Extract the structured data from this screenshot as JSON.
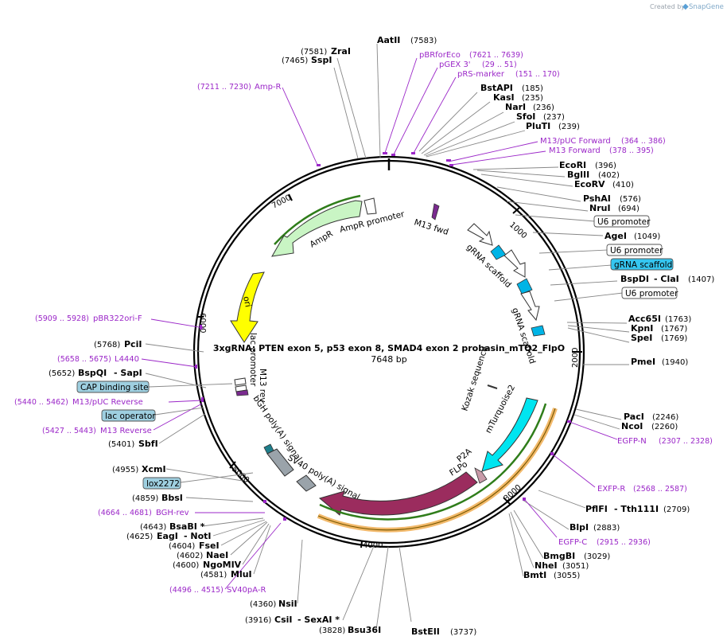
{
  "branding": {
    "created_by": "Created by",
    "product": "SnapGene"
  },
  "plasmid": {
    "name": "3xgRNA: PTEN exon 5, p53 exon 8, SMAD4 exon 2 probasin_mTQ2_FlpO",
    "size_label": "7648 bp"
  },
  "ticks": [
    "1000",
    "2000",
    "3000",
    "4000",
    "5000",
    "6000",
    "7000"
  ],
  "features": {
    "ampr": "AmpR",
    "ampr_promoter": "AmpR promoter",
    "m13_fwd": "M13 fwd",
    "grna_scaffold_1": "gRNA scaffold",
    "grna_scaffold_2": "gRNA scaffold",
    "ori": "ori",
    "lac_promoter": "lac promoter",
    "m13_rev": "M13 rev",
    "bgh_polya": "bGH poly(A) signal",
    "sv40_polya": "SV40 poly(A) signal",
    "kozak": "Kozak sequence",
    "mturquoise2": "mTurquoise2",
    "p2a": "P2A",
    "flpo": "FLPo"
  },
  "enzymes": {
    "aatii": {
      "name": "AatII",
      "pos": "(7583)"
    },
    "zrai": {
      "name": "ZraI",
      "pos": "(7581)"
    },
    "sspi": {
      "name": "SspI",
      "pos": "(7465)"
    },
    "bstapi": {
      "name": "BstAPI",
      "pos": "(185)"
    },
    "kasi": {
      "name": "KasI",
      "pos": "(235)"
    },
    "nari": {
      "name": "NarI",
      "pos": "(236)"
    },
    "sfoi": {
      "name": "SfoI",
      "pos": "(237)"
    },
    "pluti": {
      "name": "PluTI",
      "pos": "(239)"
    },
    "ecori": {
      "name": "EcoRI",
      "pos": "(396)"
    },
    "bglii": {
      "name": "BglII",
      "pos": "(402)"
    },
    "ecorv": {
      "name": "EcoRV",
      "pos": "(410)"
    },
    "pshai": {
      "name": "PshAI",
      "pos": "(576)"
    },
    "nrui": {
      "name": "NruI",
      "pos": "(694)"
    },
    "agei": {
      "name": "AgeI",
      "pos": "(1049)"
    },
    "bspdi": {
      "name": "BspDI",
      "name2": "- ClaI",
      "pos": "(1407)"
    },
    "acc65i": {
      "name": "Acc65I",
      "pos": "(1763)"
    },
    "kpni": {
      "name": "KpnI",
      "pos": "(1767)"
    },
    "spei": {
      "name": "SpeI",
      "pos": "(1769)"
    },
    "pmei": {
      "name": "PmeI",
      "pos": "(1940)"
    },
    "paci": {
      "name": "PacI",
      "pos": "(2246)"
    },
    "ncoi": {
      "name": "NcoI",
      "pos": "(2260)"
    },
    "pflfi": {
      "name": "PflFI",
      "name2": "- Tth111I",
      "pos": "(2709)"
    },
    "blpi": {
      "name": "BlpI",
      "pos": "(2883)"
    },
    "bmgbi": {
      "name": "BmgBI",
      "pos": "(3029)"
    },
    "nhei": {
      "name": "NheI",
      "pos": "(3051)"
    },
    "bmti": {
      "name": "BmtI",
      "pos": "(3055)"
    },
    "bstEii": {
      "name": "BstEII",
      "pos": "(3737)"
    },
    "bsu36i": {
      "name": "Bsu36I",
      "pos": "(3828)"
    },
    "csii": {
      "name": "CsiI",
      "name2": "- SexAI *",
      "pos": "(3916)"
    },
    "nsii": {
      "name": "NsiI",
      "pos": "(4360)"
    },
    "mlui": {
      "name": "MluI",
      "pos": "(4581)"
    },
    "ngomiv": {
      "name": "NgoMIV",
      "pos": "(4600)"
    },
    "naei": {
      "name": "NaeI",
      "pos": "(4602)"
    },
    "fsei": {
      "name": "FseI",
      "pos": "(4604)"
    },
    "eagi": {
      "name": "EagI",
      "name2": "- NotI",
      "pos": "(4625)"
    },
    "bsabi": {
      "name": "BsaBI *",
      "pos": "(4643)"
    },
    "bbsi": {
      "name": "BbsI",
      "pos": "(4859)"
    },
    "xcmi": {
      "name": "XcmI",
      "pos": "(4955)"
    },
    "sbfi": {
      "name": "SbfI",
      "pos": "(5401)"
    },
    "bspqi": {
      "name": "BspQI",
      "name2": "- SapI",
      "pos": "(5652)"
    },
    "pcii": {
      "name": "PciI",
      "pos": "(5768)"
    }
  },
  "primers": {
    "pbrforeco": {
      "name": "pBRforEco",
      "pos": "(7621 .. 7639)"
    },
    "pgex3": {
      "name": "pGEX 3'",
      "pos": "(29 .. 51)"
    },
    "prs_marker": {
      "name": "pRS-marker",
      "pos": "(151 .. 170)"
    },
    "ampr_primer": {
      "name": "Amp-R",
      "pos": "(7211 .. 7230)"
    },
    "m13puc_fwd": {
      "name": "M13/pUC Forward",
      "pos": "(364 .. 386)"
    },
    "m13_forward": {
      "name": "M13 Forward",
      "pos": "(378 .. 395)"
    },
    "pbr322ori": {
      "name": "pBR322ori-F",
      "pos": "(5909 .. 5928)"
    },
    "l4440": {
      "name": "L4440",
      "pos": "(5658 .. 5675)"
    },
    "m13puc_rev": {
      "name": "M13/pUC Reverse",
      "pos": "(5440 .. 5462)"
    },
    "m13_reverse": {
      "name": "M13 Reverse",
      "pos": "(5427 .. 5443)"
    },
    "egfp_n": {
      "name": "EGFP-N",
      "pos": "(2307 .. 2328)"
    },
    "exfp_r": {
      "name": "EXFP-R",
      "pos": "(2568 .. 2587)"
    },
    "egfp_c": {
      "name": "EGFP-C",
      "pos": "(2915 .. 2936)"
    },
    "bgh_rev": {
      "name": "BGH-rev",
      "pos": "(4664 .. 4681)"
    },
    "sv40pa_r": {
      "name": "SV40pA-R",
      "pos": "(4496 .. 4515)"
    }
  },
  "boxed_labels": {
    "u6_1": "U6 promoter",
    "u6_2": "U6 promoter",
    "grna_scaffold": "gRNA scaffold",
    "u6_3": "U6 promoter",
    "cap_site": "CAP binding site",
    "lac_operator": "lac operator",
    "lox2272": "lox2272"
  },
  "colors": {
    "primer": "#9b27c8",
    "ampr": "#c9f5c4",
    "ori": "#ffff00",
    "cyan_feature": "#00b4e6",
    "mturquoise2": "#00e5f0",
    "sv40": "#9b2c5e",
    "polya_gray": "#9aa3aa",
    "grna_box": "#35c6f0",
    "info_box": "#9ecfe0"
  }
}
